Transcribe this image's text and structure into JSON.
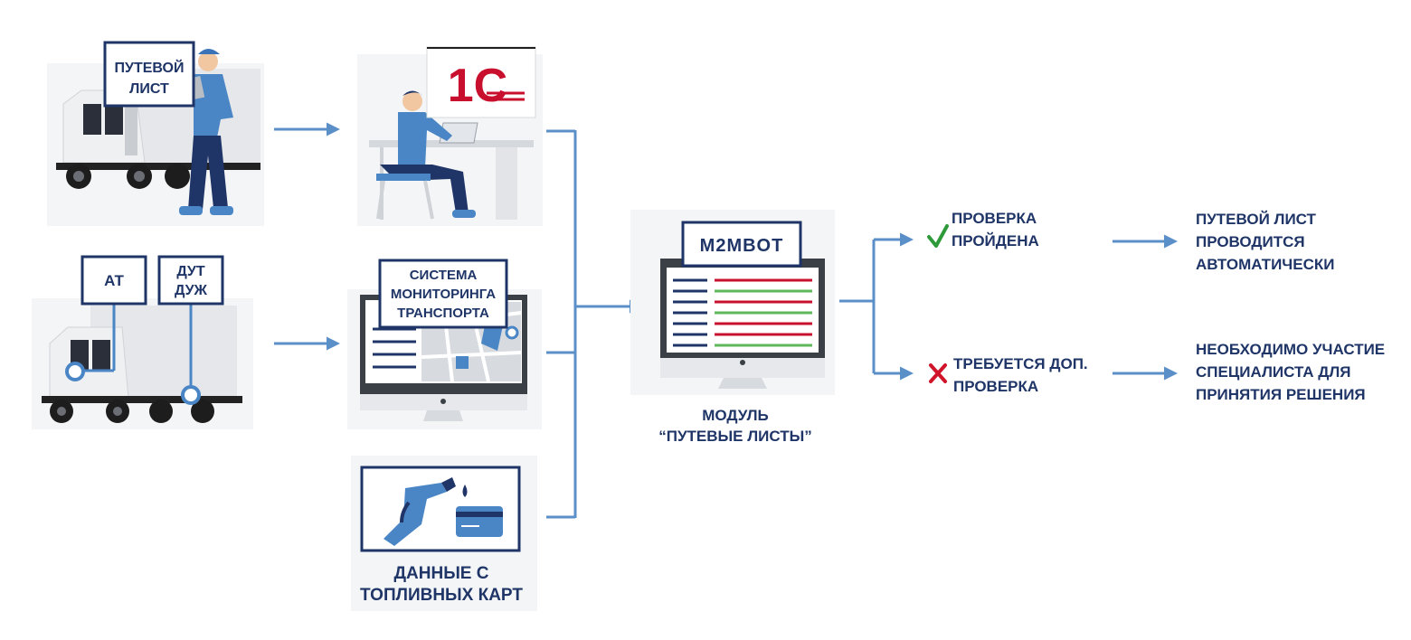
{
  "sources": {
    "waybill_tag": [
      "ПУТЕВОЙ",
      "ЛИСТ"
    ],
    "one_c_logo": "1С",
    "sensor_at": "АТ",
    "sensor_dut": [
      "ДУТ",
      "ДУЖ"
    ],
    "monitoring_tag": [
      "СИСТЕМА",
      "МОНИТОРИНГА",
      "ТРАНСПОРТА"
    ],
    "fuel_cards": [
      "ДАННЫЕ С",
      "ТОПЛИВНЫХ КАРТ"
    ]
  },
  "module": {
    "logo": "M2MBOT",
    "caption": [
      "МОДУЛЬ",
      "“ПУТЕВЫЕ ЛИСТЫ”"
    ]
  },
  "outcomes": {
    "passed": [
      "ПРОВЕРКА",
      "ПРОЙДЕНА"
    ],
    "passed_result": [
      "ПУТЕВОЙ ЛИСТ",
      "ПРОВОДИТСЯ",
      "АВТОМАТИЧЕСКИ"
    ],
    "check": [
      "ТРЕБУЕТСЯ ДОП.",
      "ПРОВЕРКА"
    ],
    "check_result": [
      "НЕОБХОДИМО УЧАСТИЕ",
      "СПЕЦИАЛИСТА ДЛЯ",
      "ПРИНЯТИЯ РЕШЕНИЯ"
    ]
  },
  "colors": {
    "navy": "#1f3567",
    "blue": "#4a86c5",
    "arrow": "#5b8fc8",
    "red": "#c8102e",
    "green": "#5fb85a",
    "grey": "#e9ebee",
    "check_green": "#2e9a3a",
    "cross_red": "#d0142a"
  }
}
